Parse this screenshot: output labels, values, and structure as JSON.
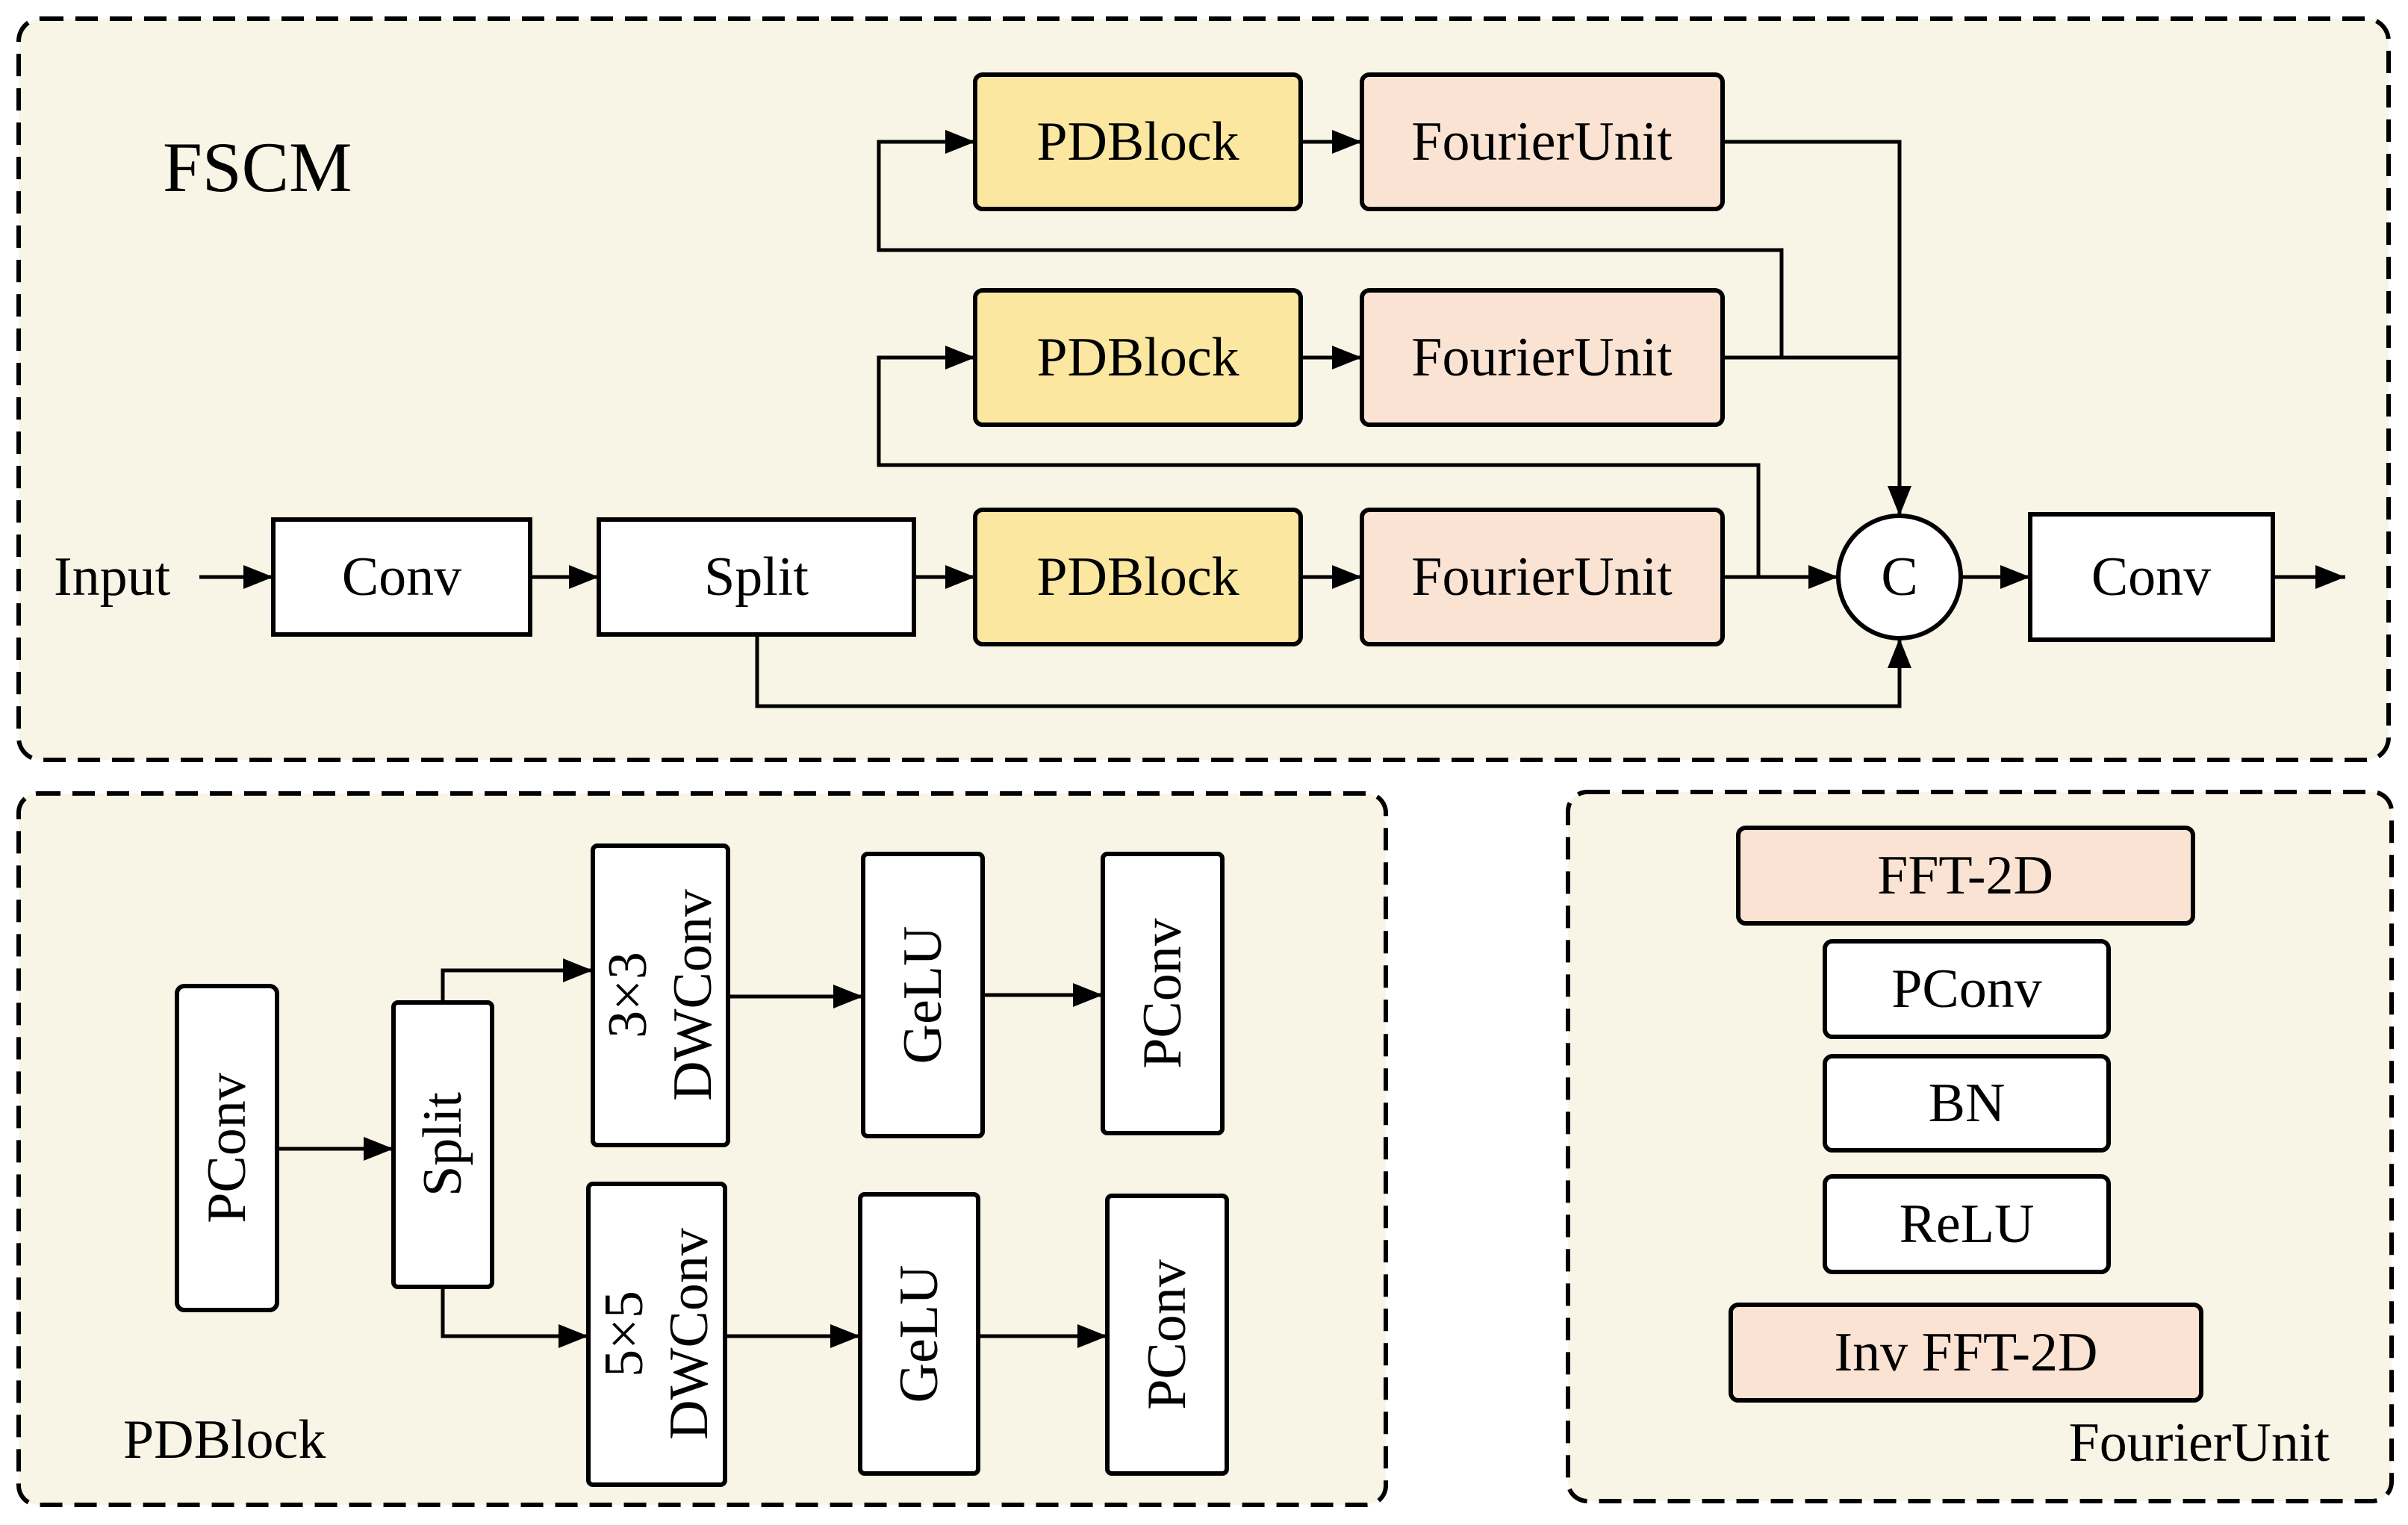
{
  "fscm": {
    "title": "FSCM",
    "input_label": "Input",
    "conv_in": "Conv",
    "split": "Split",
    "branches": [
      {
        "pdblock": "PDBlock",
        "fourier_unit": "FourierUnit"
      },
      {
        "pdblock": "PDBlock",
        "fourier_unit": "FourierUnit"
      },
      {
        "pdblock": "PDBlock",
        "fourier_unit": "FourierUnit"
      }
    ],
    "concat": "C",
    "conv_out": "Conv"
  },
  "pdblock": {
    "title": "PDBlock",
    "pconv_in": "PConv",
    "split": "Split",
    "branches": [
      {
        "kernel": "3×3",
        "dwconv": "DWConv",
        "activation": "GeLU",
        "pconv": "PConv"
      },
      {
        "kernel": "5×5",
        "dwconv": "DWConv",
        "activation": "GeLU",
        "pconv": "PConv"
      }
    ]
  },
  "fourier_unit": {
    "title": "FourierUnit",
    "layers": [
      "FFT-2D",
      "PConv",
      "BN",
      "ReLU",
      "Inv FFT-2D"
    ]
  },
  "colors": {
    "panel_background": "#f9f5e6",
    "pdblock_fill": "#fbe7a0",
    "fourier_fill": "#fbe3d3",
    "plain_fill": "#ffffff"
  }
}
